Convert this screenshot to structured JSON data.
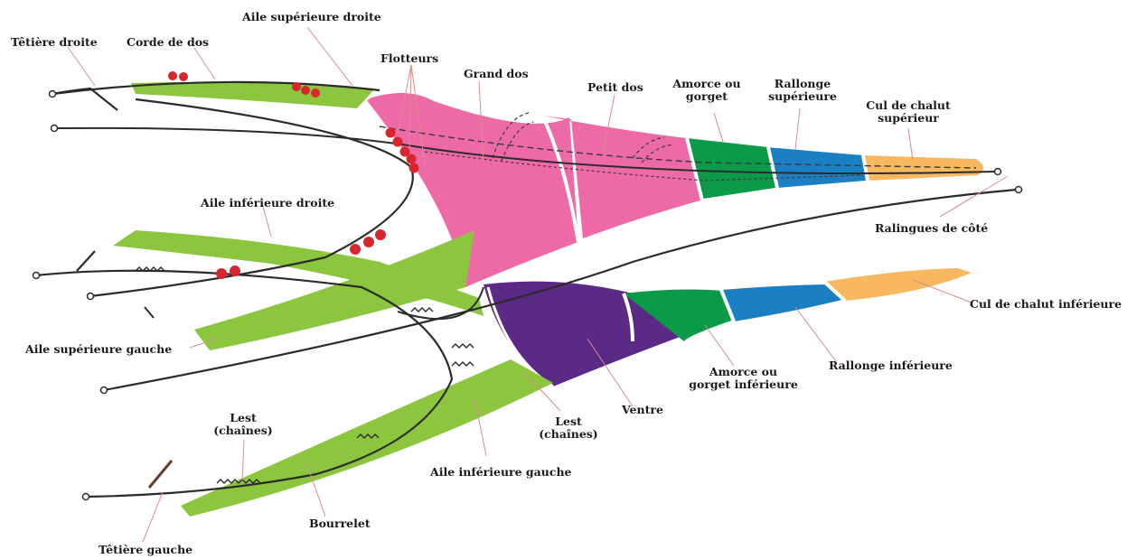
{
  "colors": {
    "wing": "#8cc63f",
    "back": "#ee6aa7",
    "throat": "#0b9a48",
    "extension": "#1b7fc4",
    "codend": "#f8b860",
    "belly": "#5b2a86",
    "rope": "#2b2b2b",
    "float": "#d8262e",
    "pointer": "#d98c8c"
  },
  "labels": {
    "tetiere_droite": "Têtière droite",
    "corde_de_dos": "Corde de dos",
    "aile_sup_droite": "Aile supérieure droite",
    "flotteurs": "Flotteurs",
    "grand_dos": "Grand dos",
    "petit_dos": "Petit dos",
    "amorce_sup_1": "Amorce ou",
    "amorce_sup_2": "gorget",
    "rallonge_sup_1": "Rallonge",
    "rallonge_sup_2": "supérieure",
    "cul_sup_1": "Cul de chalut",
    "cul_sup_2": "supérieur",
    "ralingues": "Ralingues de côté",
    "aile_inf_droite": "Aile inférieure droite",
    "cul_inf": "Cul de chalut inférieure",
    "aile_sup_gauche": "Aile supérieure gauche",
    "rallonge_inf": "Rallonge inférieure",
    "amorce_inf_1": "Amorce ou",
    "amorce_inf_2": "gorget inférieure",
    "ventre": "Ventre",
    "lest_1_a": "Lest",
    "lest_1_b": "(chaînes)",
    "lest_2_a": "Lest",
    "lest_2_b": "(chaînes)",
    "aile_inf_gauche": "Aile inférieure gauche",
    "bourrelet": "Bourrelet",
    "tetiere_gauche": "Têtière gauche"
  }
}
